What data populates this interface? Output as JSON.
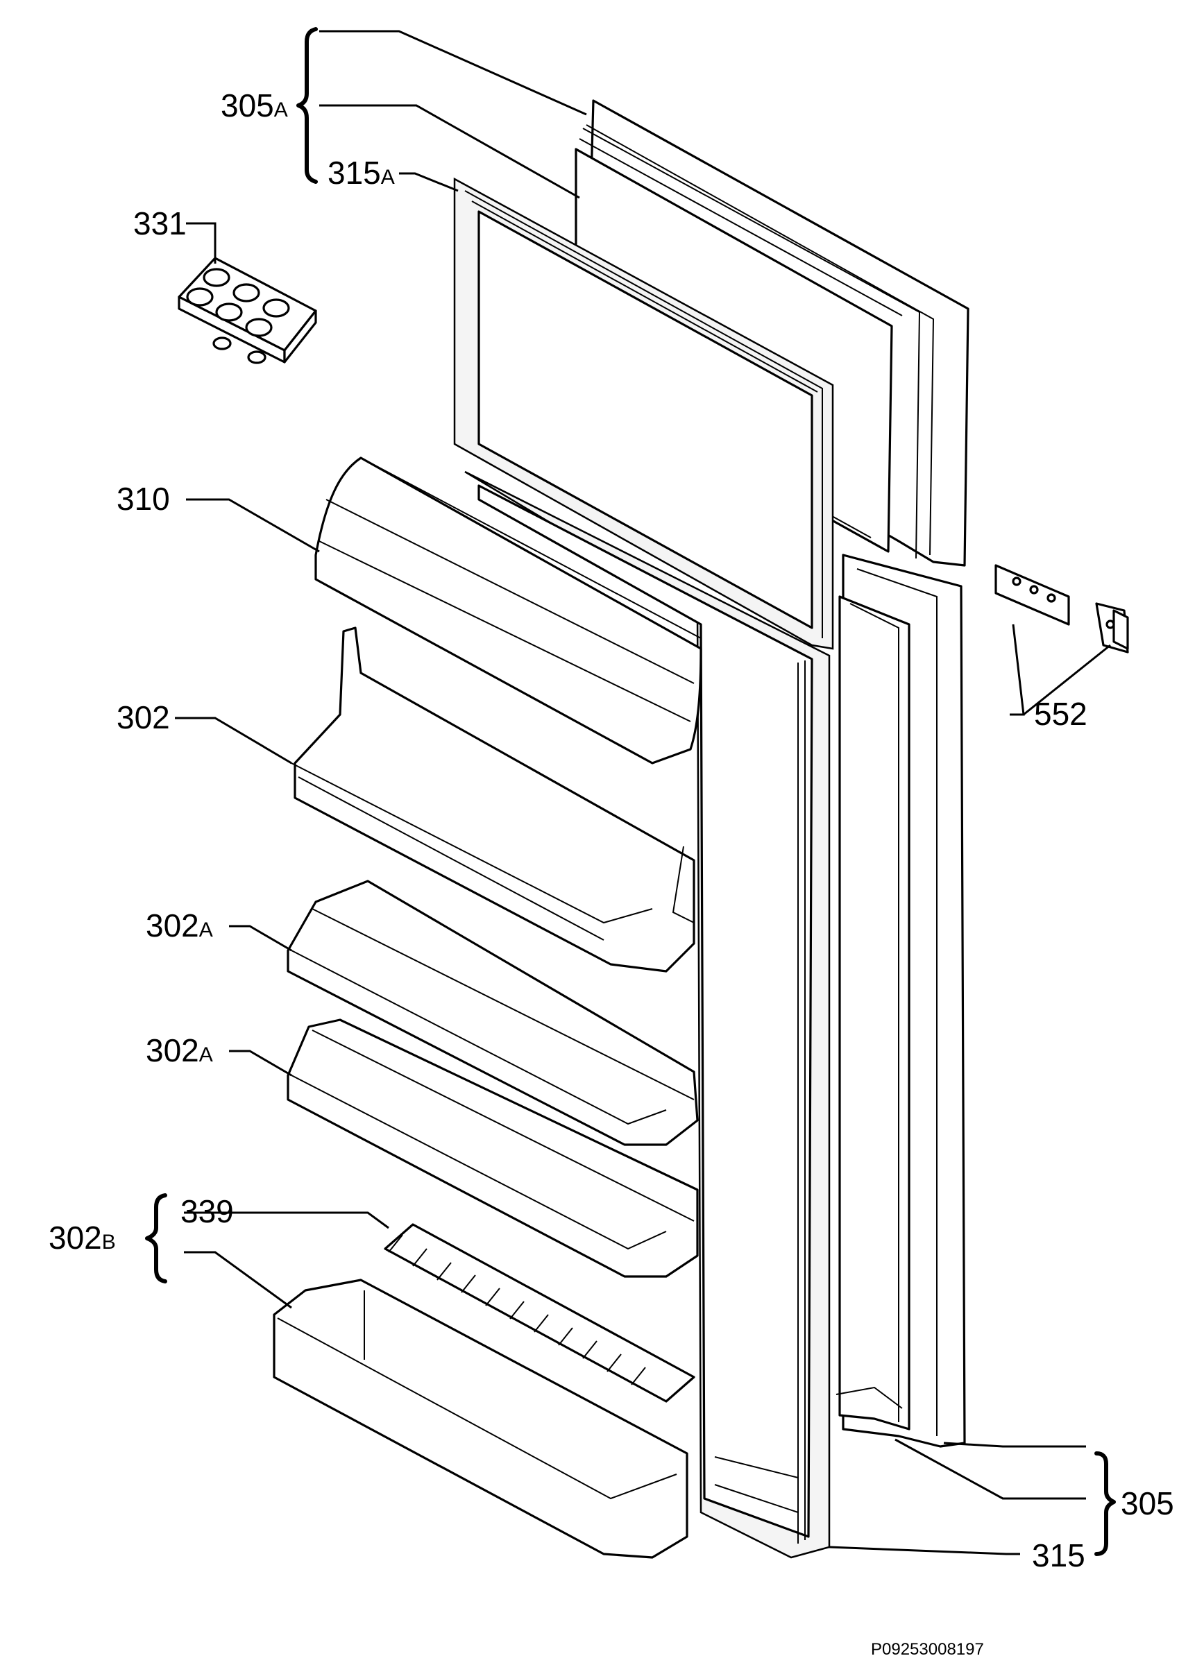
{
  "diagram": {
    "labels": {
      "p305A": {
        "num": "305",
        "suffix": "A"
      },
      "p315A": {
        "num": "315",
        "suffix": "A"
      },
      "p331": {
        "num": "331"
      },
      "p310": {
        "num": "310"
      },
      "p302": {
        "num": "302"
      },
      "p302A_1": {
        "num": "302",
        "suffix": "A"
      },
      "p302A_2": {
        "num": "302",
        "suffix": "A"
      },
      "p302B": {
        "num": "302",
        "suffix": "B"
      },
      "p339": {
        "num": "339"
      },
      "p552": {
        "num": "552"
      },
      "p305": {
        "num": "305"
      },
      "p315": {
        "num": "315"
      }
    },
    "drawing_code": "P09253008197"
  }
}
